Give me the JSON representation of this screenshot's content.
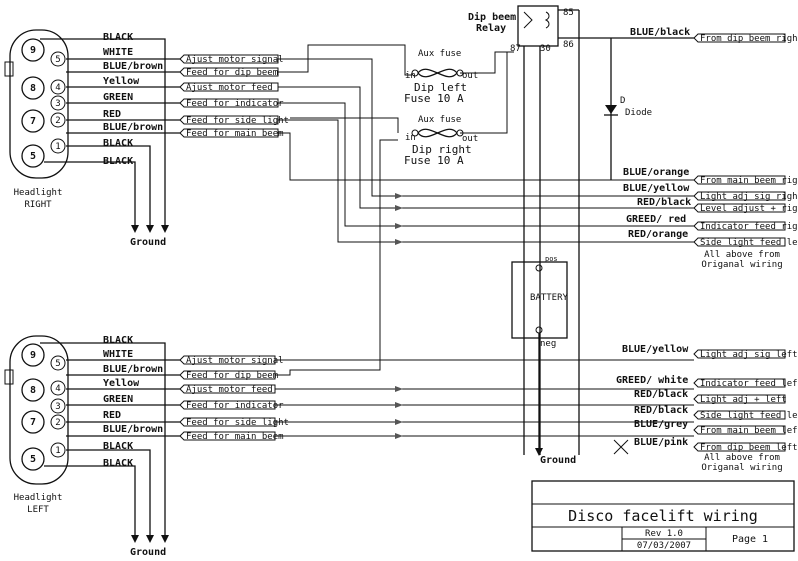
{
  "title": "Disco facelift wiring",
  "revision": "Rev 1.0",
  "date": "07/03/2007",
  "page": "Page 1",
  "headlight_right": {
    "label_line1": "Headlight",
    "label_line2": "RIGHT",
    "pins": [
      "9",
      "5",
      "8",
      "4",
      "3",
      "7",
      "2",
      "5",
      "1"
    ],
    "wires": [
      {
        "color": "BLACK",
        "feed": ""
      },
      {
        "color": "WHITE",
        "feed": "Ajust motor signal"
      },
      {
        "color": "BLUE/brown",
        "feed": "Feed for dip beem"
      },
      {
        "color": "Yellow",
        "feed": "Ajust motor feed"
      },
      {
        "color": "GREEN",
        "feed": "Feed for indicator"
      },
      {
        "color": "RED",
        "feed": "Feed for side light"
      },
      {
        "color": "BLUE/brown",
        "feed": "Feed for main beem"
      },
      {
        "color": "BLACK",
        "feed": ""
      },
      {
        "color": "BLACK",
        "feed": ""
      }
    ],
    "ground": "Ground"
  },
  "headlight_left": {
    "label_line1": "Headlight",
    "label_line2": "LEFT",
    "pins": [
      "9",
      "5",
      "8",
      "4",
      "3",
      "7",
      "2",
      "5",
      "1"
    ],
    "wires": [
      {
        "color": "BLACK",
        "feed": ""
      },
      {
        "color": "WHITE",
        "feed": "Ajust motor signal"
      },
      {
        "color": "BLUE/brown",
        "feed": "Feed for dip beem"
      },
      {
        "color": "Yellow",
        "feed": "Ajust motor feed"
      },
      {
        "color": "GREEN",
        "feed": "Feed for indicator"
      },
      {
        "color": "RED",
        "feed": "Feed for side light"
      },
      {
        "color": "BLUE/brown",
        "feed": "Feed for main beem"
      },
      {
        "color": "BLACK",
        "feed": ""
      },
      {
        "color": "BLACK",
        "feed": ""
      }
    ],
    "ground": "Ground"
  },
  "relay": {
    "label_line1": "Dip beem",
    "label_line2": "Relay",
    "pins": [
      "85",
      "87",
      "30",
      "86"
    ]
  },
  "fuses": [
    {
      "aux": "Aux fuse",
      "name_line1": "Dip left",
      "name_line2": "Fuse 10 A",
      "in": "in",
      "out": "out"
    },
    {
      "aux": "Aux fuse",
      "name_line1": "Dip right",
      "name_line2": "Fuse 10 A",
      "in": "in",
      "out": "out"
    }
  ],
  "diode": {
    "letter": "D",
    "label": "Diode"
  },
  "battery": {
    "label": "BATTERY",
    "pos": "pos",
    "neg": "neg"
  },
  "center_ground": "Ground",
  "right_side_wires": [
    {
      "color": "BLUE/black",
      "dest": "From dip beem right"
    },
    {
      "color": "BLUE/orange",
      "dest": "From main beem right"
    },
    {
      "color": "BLUE/yellow",
      "dest": "Light adj sig right"
    },
    {
      "color": "RED/black",
      "dest": "Level adjust + right"
    },
    {
      "color": "GREED/ red",
      "dest": "Indicator feed right"
    },
    {
      "color": "RED/orange",
      "dest": "Side light feed left"
    }
  ],
  "right_note_line1": "All above from",
  "right_note_line2": "Origanal wiring",
  "left_side_wires": [
    {
      "color": "BLUE/yellow",
      "dest": "Light adj sig left"
    },
    {
      "color": "GREED/ white",
      "dest": "Indicator feed left"
    },
    {
      "color": "RED/black",
      "dest": "Light adj + left"
    },
    {
      "color": "RED/black",
      "dest": "Side light feed left"
    },
    {
      "color": "BLUE/grey",
      "dest": "From main beem left"
    },
    {
      "color": "BLUE/pink",
      "dest": "From dip beem left"
    }
  ],
  "left_note_line1": "All above from",
  "left_note_line2": "Origanal wiring"
}
